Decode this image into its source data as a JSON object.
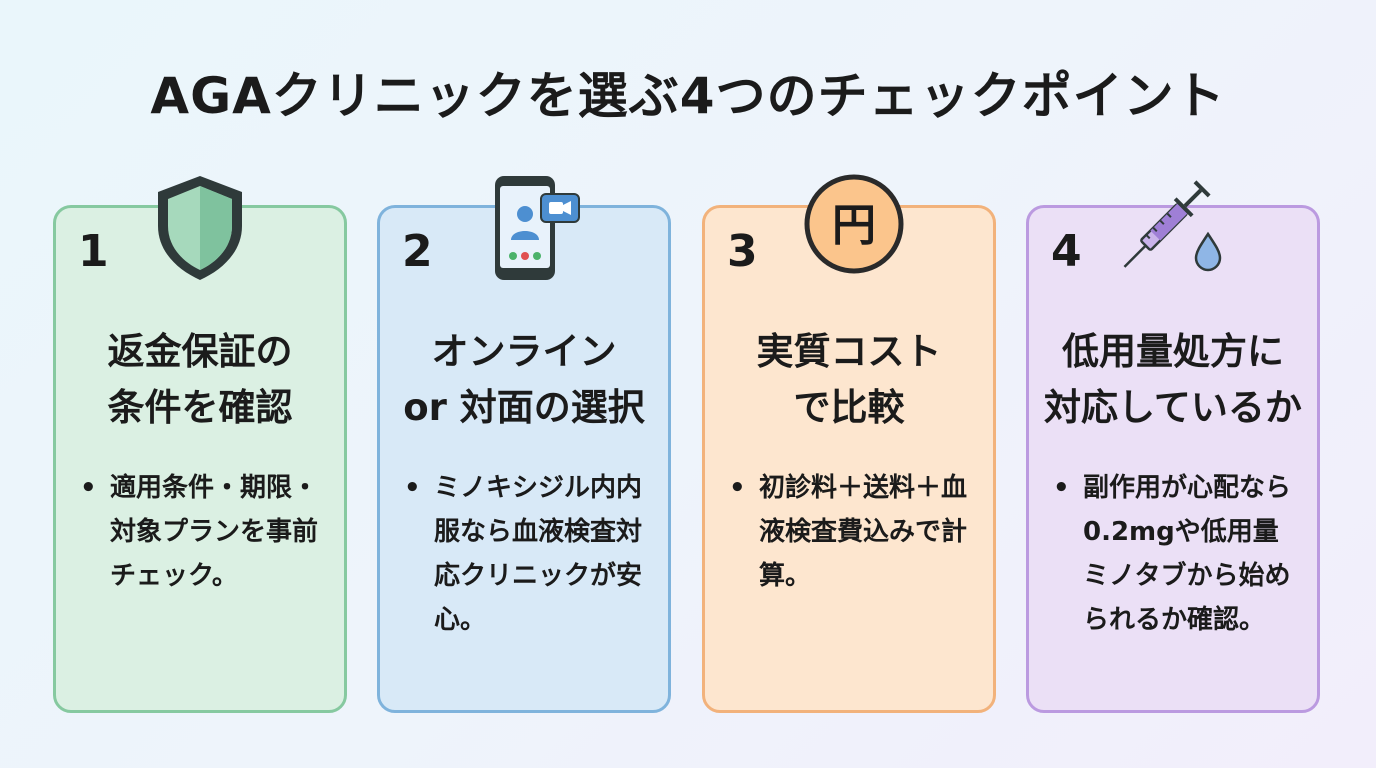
{
  "title": "AGAクリニックを選ぶ4つのチェックポイント",
  "cards": [
    {
      "number": "1",
      "icon": "shield-icon",
      "heading_line1": "返金保証の",
      "heading_line2": "条件を確認",
      "bullet": "適用条件・期限・対象プランを事前チェック。"
    },
    {
      "number": "2",
      "icon": "smartphone-video-call-icon",
      "heading_line1": "オンライン",
      "heading_line2": "or 対面の選択",
      "bullet": "ミノキシジル内内服なら血液検査対応クリニックが安心。"
    },
    {
      "number": "3",
      "icon": "yen-coin-icon",
      "icon_text": "円",
      "heading_line1": "実質コスト",
      "heading_line2": "で比較",
      "bullet": "初診料＋送料＋血液検査費込みで計算。"
    },
    {
      "number": "4",
      "icon": "syringe-drop-icon",
      "heading_line1": "低用量処方に",
      "heading_line2": "対応しているか",
      "bullet": "副作用が心配なら0.2mgや低用量ミノタブから始められるか確認。"
    }
  ],
  "bullet_symbol": "•",
  "colors": {
    "card1_bg": "#dbf0e3",
    "card1_border": "#86c9a0",
    "card2_bg": "#d8e9f7",
    "card2_border": "#7fb3dc",
    "card3_bg": "#fde6cf",
    "card3_border": "#f2b27b",
    "card4_bg": "#ebe0f6",
    "card4_border": "#bb9ae0"
  }
}
